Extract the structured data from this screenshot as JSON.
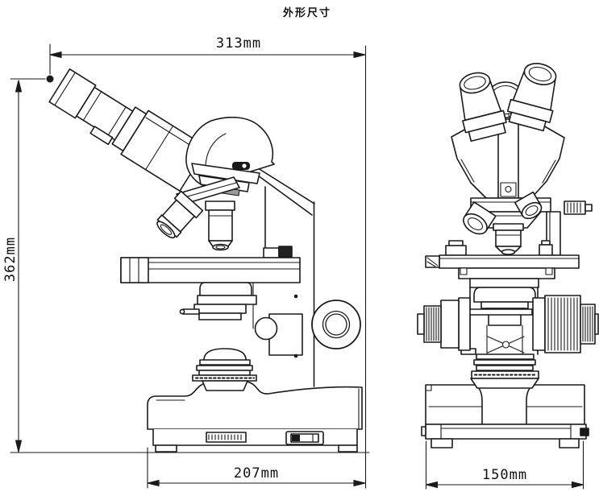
{
  "title": "外形尺寸",
  "dimensions": {
    "overall_width": "313mm",
    "overall_height": "362mm",
    "base_depth": "207mm",
    "base_width": "150mm"
  },
  "colors": {
    "ink": "#1a1a1a",
    "background": "#ffffff"
  }
}
